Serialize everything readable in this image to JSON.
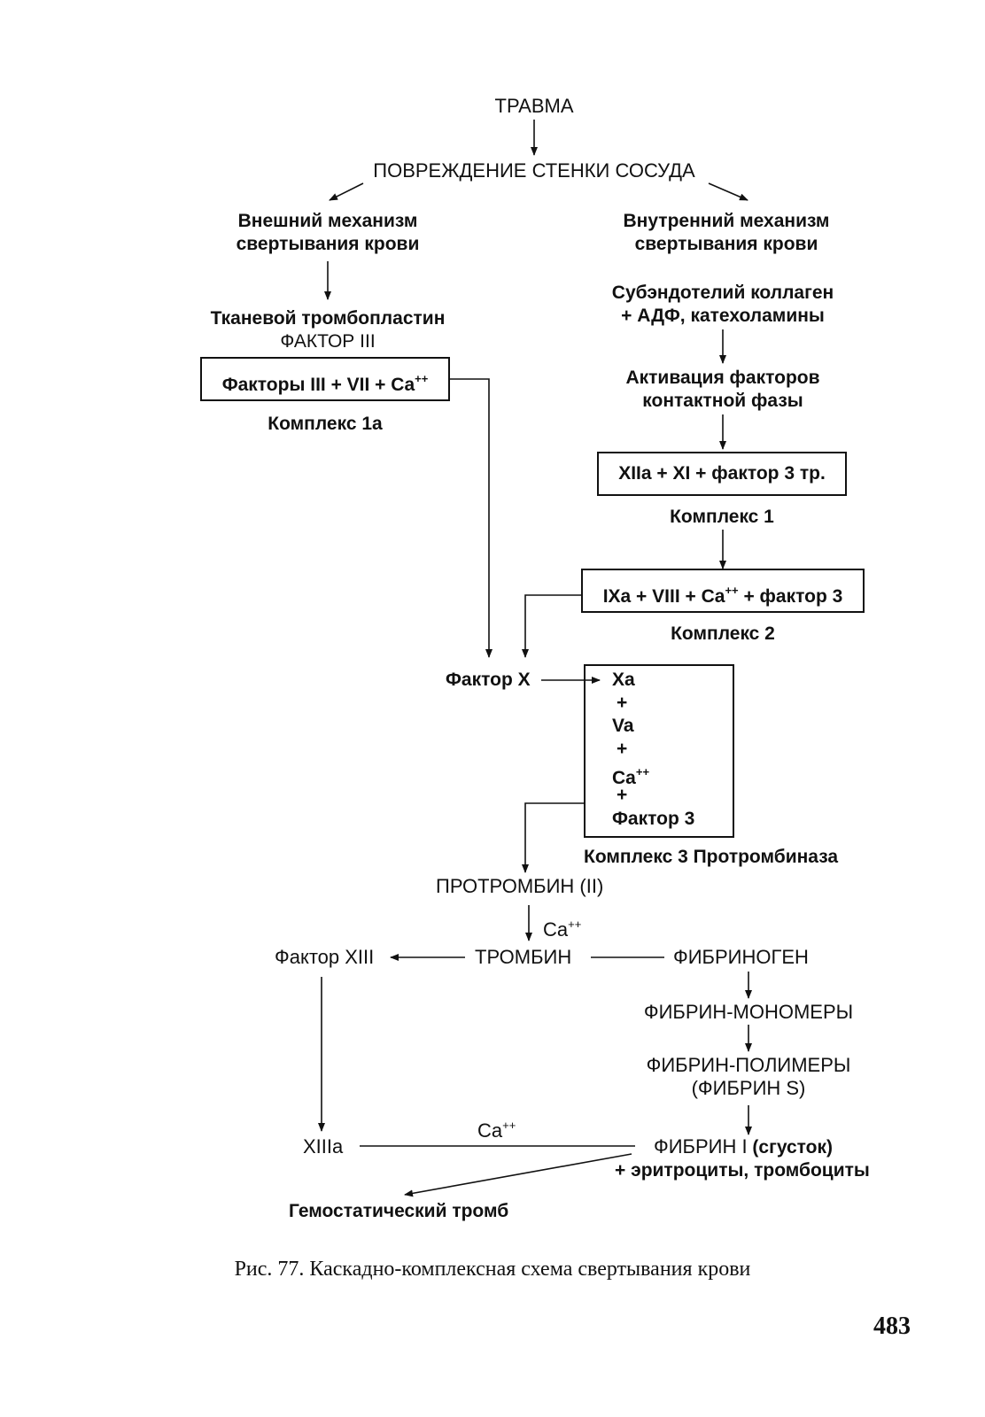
{
  "diagram": {
    "trauma": "ТРАВМА",
    "vessel_damage": "ПОВРЕЖДЕНИЕ СТЕНКИ СОСУДА",
    "extrinsic": {
      "line1": "Внешний механизм",
      "line2": "свертывания крови"
    },
    "intrinsic": {
      "line1": "Внутренний механизм",
      "line2": "свертывания крови"
    },
    "tissue_thromboplastin": {
      "line1": "Тканевой тромбопластин",
      "line2": "ФАКТОР III"
    },
    "factors_box": {
      "text": "Факторы III + VII + Ca",
      "sup": "++"
    },
    "complex_1a": "Комплекс 1а",
    "subendothelium": {
      "line1": "Субэндотелий коллаген",
      "line2": "+ АДФ, катехоламины"
    },
    "contact_activation": {
      "line1": "Активация факторов",
      "line2": "контактной фазы"
    },
    "xiia_box": "XIIa + XI + фактор 3 тр.",
    "complex_1": "Комплекс 1",
    "ixa_box": {
      "pre": "IXa + VIII + Ca",
      "sup": "++",
      "post": " + фактор 3"
    },
    "complex_2": "Комплекс 2",
    "factor_x": "Фактор Х",
    "prothrombinase_box": {
      "xa": "Xa",
      "plus1": "+",
      "va": "Va",
      "plus2": "+",
      "ca": "Ca",
      "ca_sup": "++",
      "plus3": "+",
      "factor3": "Фактор 3"
    },
    "complex_3": "Комплекс 3 Протромбиназа",
    "prothrombin": "ПРОТРОМБИН (II)",
    "ca_prothrombin": {
      "text": "Ca",
      "sup": "++"
    },
    "factor_xiii": "Фактор XIII",
    "thrombin": "ТРОМБИН",
    "fibrinogen": "ФИБРИНОГЕН",
    "fibrin_monomers": "ФИБРИН-МОНОМЕРЫ",
    "fibrin_polymers": {
      "line1": "ФИБРИН-ПОЛИМЕРЫ",
      "line2": "(ФИБРИН S)"
    },
    "ca_bottom": {
      "text": "Ca",
      "sup": "++"
    },
    "xiiia": "XIIIa",
    "fibrin_i": {
      "strong": "ФИБРИН I",
      "rest": " (сгусток)"
    },
    "erythrocytes": "+ эритроциты, тромбоциты",
    "hemostatic_thrombus": "Гемостатический тромб"
  },
  "caption": "Рис. 77. Каскадно-комплексная схема свертывания крови",
  "page_number": "483"
}
